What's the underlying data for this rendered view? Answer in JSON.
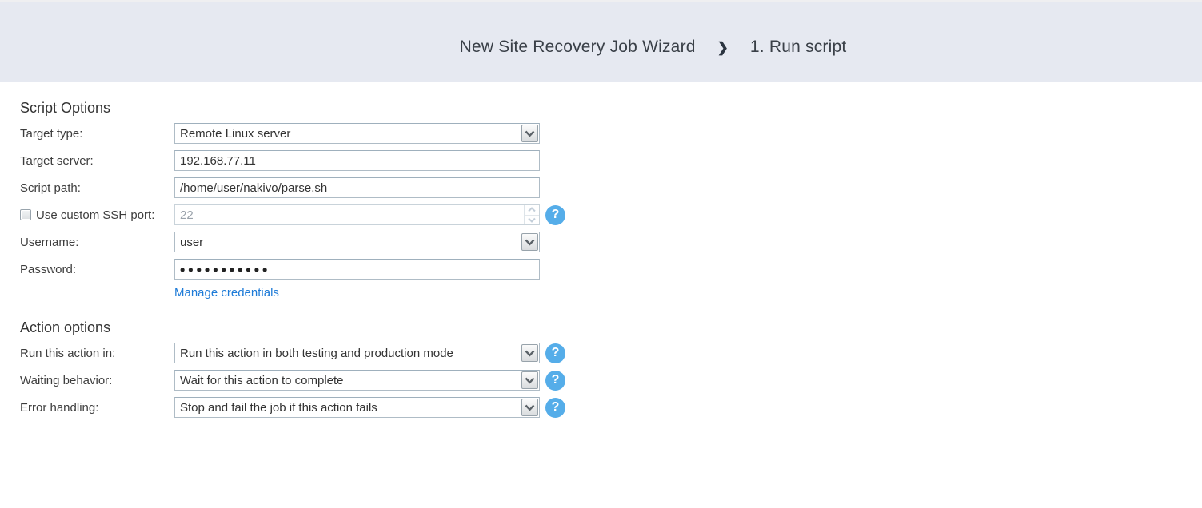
{
  "header": {
    "title": "New Site Recovery Job Wizard",
    "separator_glyph": "❯",
    "step": "1. Run script"
  },
  "script_options": {
    "heading": "Script Options",
    "target_type": {
      "label": "Target type:",
      "value": "Remote Linux server"
    },
    "target_server": {
      "label": "Target server:",
      "value": "192.168.77.11"
    },
    "script_path": {
      "label": "Script path:",
      "value": "/home/user/nakivo/parse.sh"
    },
    "ssh_port": {
      "label": "Use custom SSH port:",
      "value": "22",
      "checkbox_checked": false,
      "disabled": true
    },
    "username": {
      "label": "Username:",
      "value": "user"
    },
    "password": {
      "label": "Password:",
      "value_masked": "•••••••••••"
    },
    "manage_credentials_label": "Manage credentials"
  },
  "action_options": {
    "heading": "Action options",
    "run_mode": {
      "label": "Run this action in:",
      "value": "Run this action in both testing and production mode"
    },
    "waiting_behavior": {
      "label": "Waiting behavior:",
      "value": "Wait for this action to complete"
    },
    "error_handling": {
      "label": "Error handling:",
      "value": "Stop and fail the job if this action fails"
    }
  },
  "icons": {
    "help_glyph": "?",
    "combo_arrow": "chevron-down",
    "spinner_up": "chevron-up",
    "spinner_down": "chevron-down"
  },
  "colors": {
    "header_bg": "#e6e9f1",
    "help_icon_blue": "#55ade9",
    "link_blue": "#1e7bd7",
    "input_border": "#afbcc6",
    "text_dark": "#3d3d3d"
  }
}
